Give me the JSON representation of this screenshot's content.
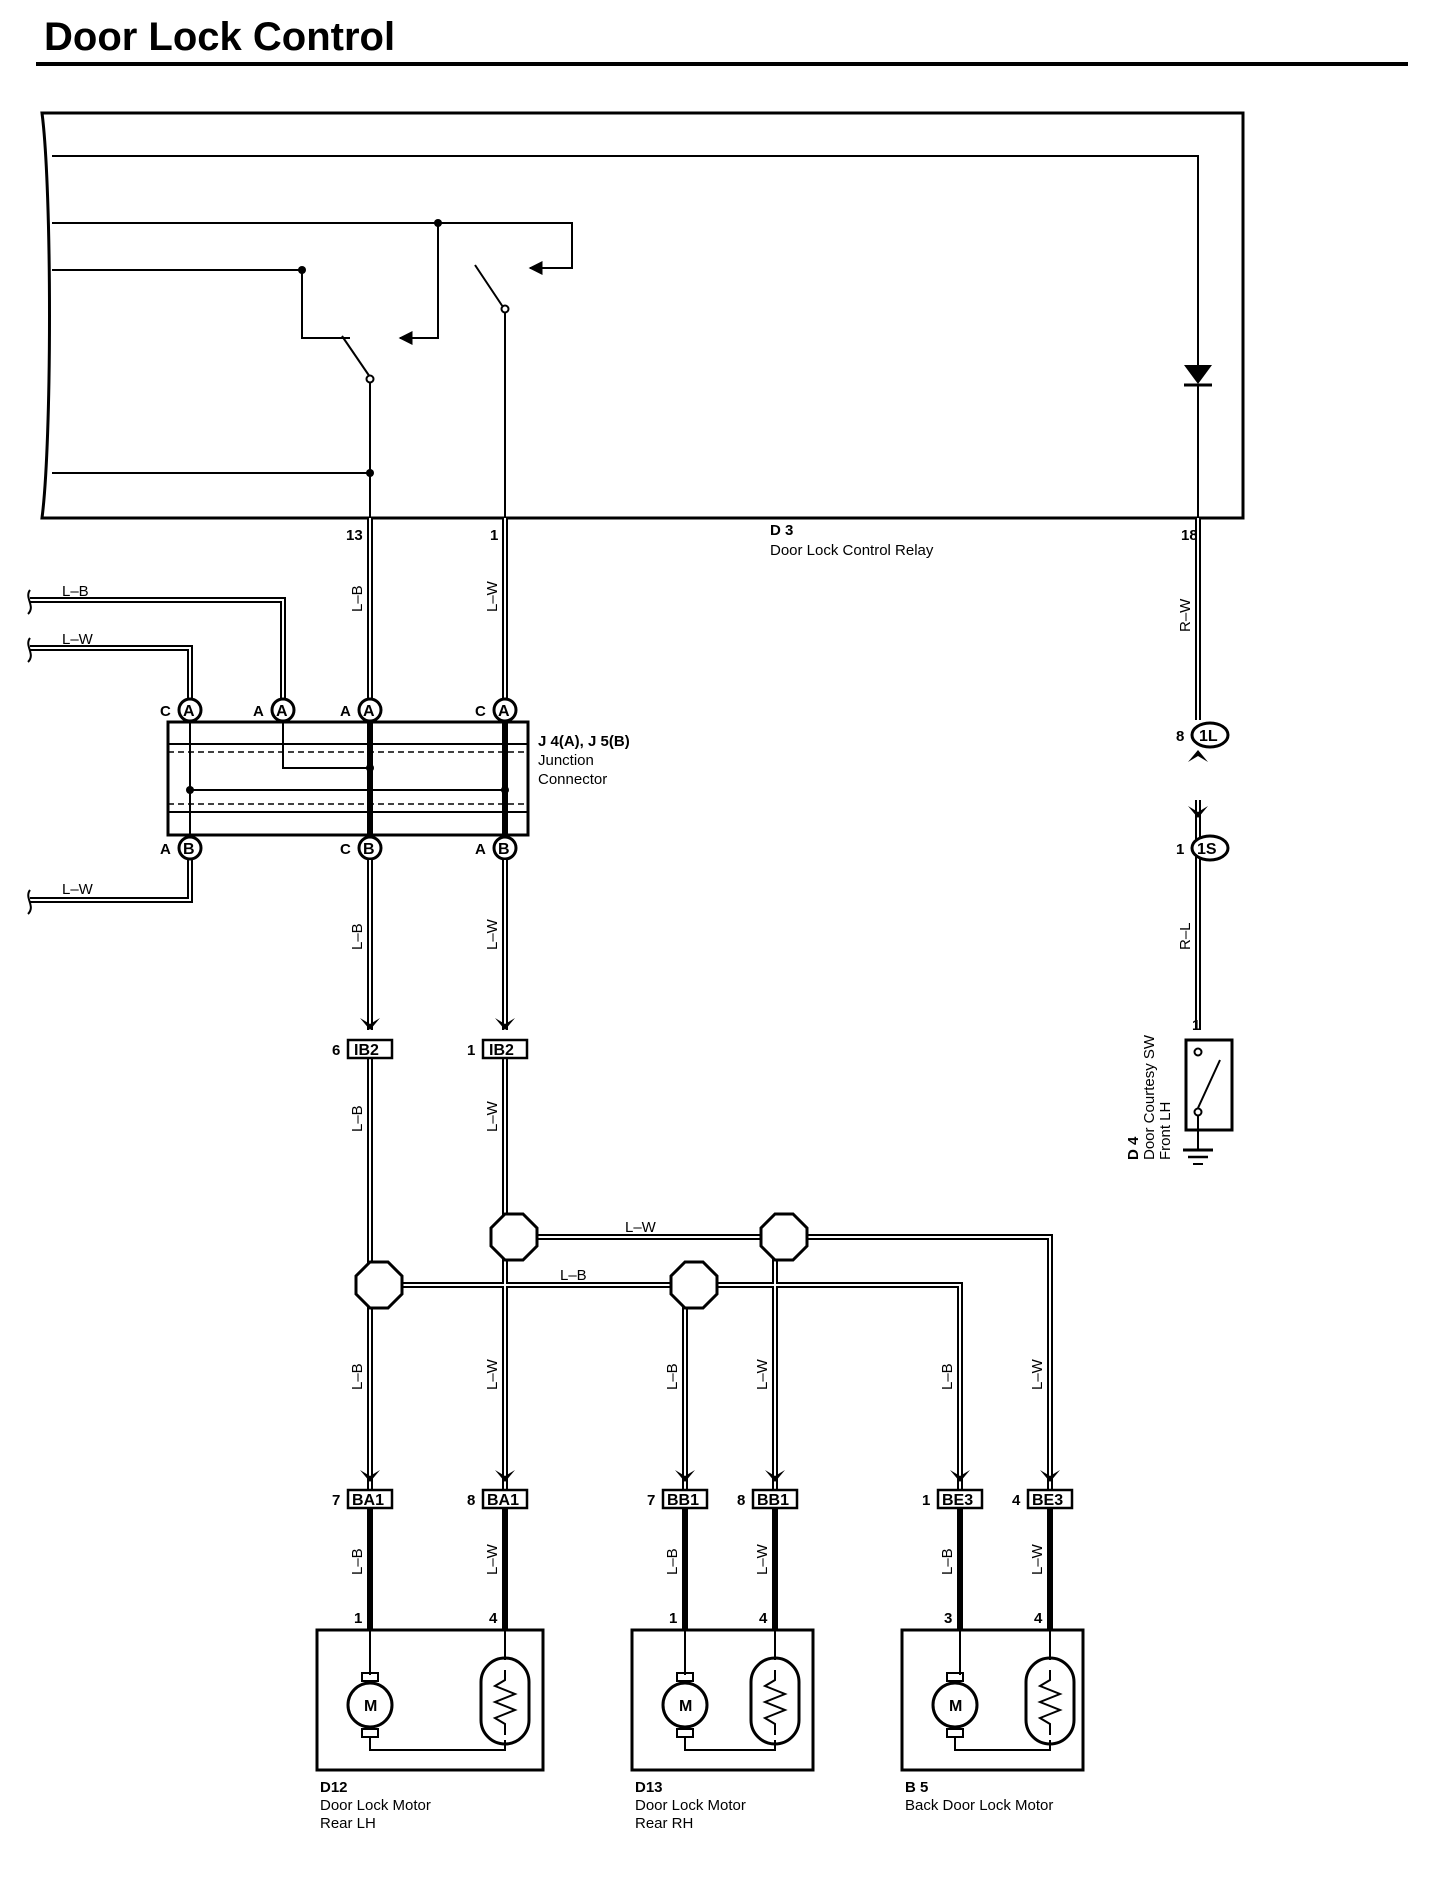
{
  "title": "Door Lock Control",
  "relay": {
    "id": "D 3",
    "name": "Door Lock Control Relay",
    "pins": [
      "13",
      "1",
      "18"
    ]
  },
  "junction": {
    "id": "J 4(A), J 5(B)",
    "name1": "Junction",
    "name2": "Connector"
  },
  "junction_top_pins": [
    {
      "pin": "C",
      "letter": "A"
    },
    {
      "pin": "A",
      "letter": "A"
    },
    {
      "pin": "A",
      "letter": "A"
    },
    {
      "pin": "C",
      "letter": "A"
    }
  ],
  "junction_bottom_pins": [
    {
      "pin": "A",
      "letter": "B"
    },
    {
      "pin": "C",
      "letter": "B"
    },
    {
      "pin": "A",
      "letter": "B"
    }
  ],
  "wire_colors": {
    "lb": "L–B",
    "lw": "L–W",
    "rw": "R–W",
    "rl": "R–L"
  },
  "inline_connectors": {
    "c1l": {
      "pin": "8",
      "label": "1L"
    },
    "c1s": {
      "pin": "1",
      "label": "1S"
    }
  },
  "ib2": [
    {
      "pin": "6",
      "label": "IB2"
    },
    {
      "pin": "1",
      "label": "IB2"
    }
  ],
  "motor_connectors": [
    {
      "pin": "7",
      "label": "BA1"
    },
    {
      "pin": "8",
      "label": "BA1"
    },
    {
      "pin": "7",
      "label": "BB1"
    },
    {
      "pin": "8",
      "label": "BB1"
    },
    {
      "pin": "1",
      "label": "BE3"
    },
    {
      "pin": "4",
      "label": "BE3"
    }
  ],
  "motors": [
    {
      "id": "D12",
      "name1": "Door Lock Motor",
      "name2": "Rear LH",
      "pin_a": "1",
      "pin_b": "4"
    },
    {
      "id": "D13",
      "name1": "Door Lock Motor",
      "name2": "Rear RH",
      "pin_a": "1",
      "pin_b": "4"
    },
    {
      "id": "B 5",
      "name1": "Back Door Lock Motor",
      "name2": "",
      "pin_a": "3",
      "pin_b": "4"
    }
  ],
  "motor_symbol": "M",
  "courtesy_sw": {
    "id": "D 4",
    "name1": "Door Courtesy SW",
    "name2": "Front LH",
    "pin": "1"
  }
}
